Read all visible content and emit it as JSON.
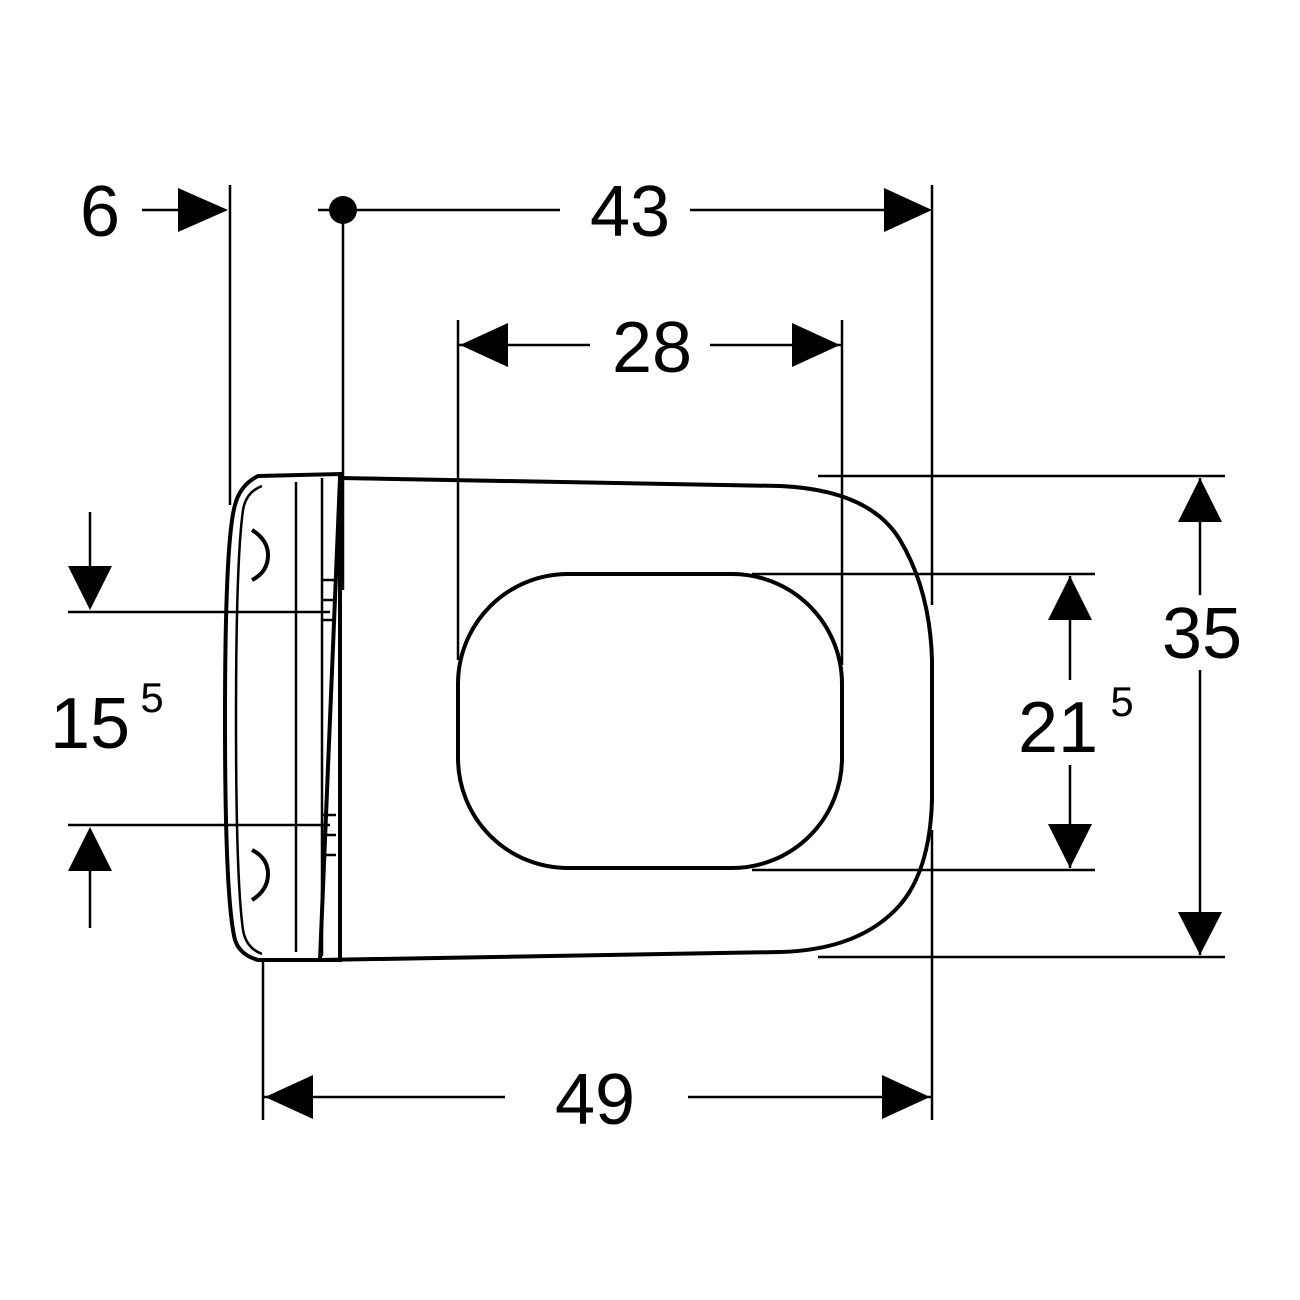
{
  "dimensions": {
    "offset_6": {
      "value": "6"
    },
    "hinge_to_front_43": {
      "value": "43"
    },
    "opening_width_28": {
      "value": "28"
    },
    "opening_height": {
      "main": "21",
      "sup": "5"
    },
    "overall_width_35": {
      "value": "35"
    },
    "hinge_spacing": {
      "main": "15",
      "sup": "5"
    },
    "overall_length_49": {
      "value": "49"
    }
  }
}
